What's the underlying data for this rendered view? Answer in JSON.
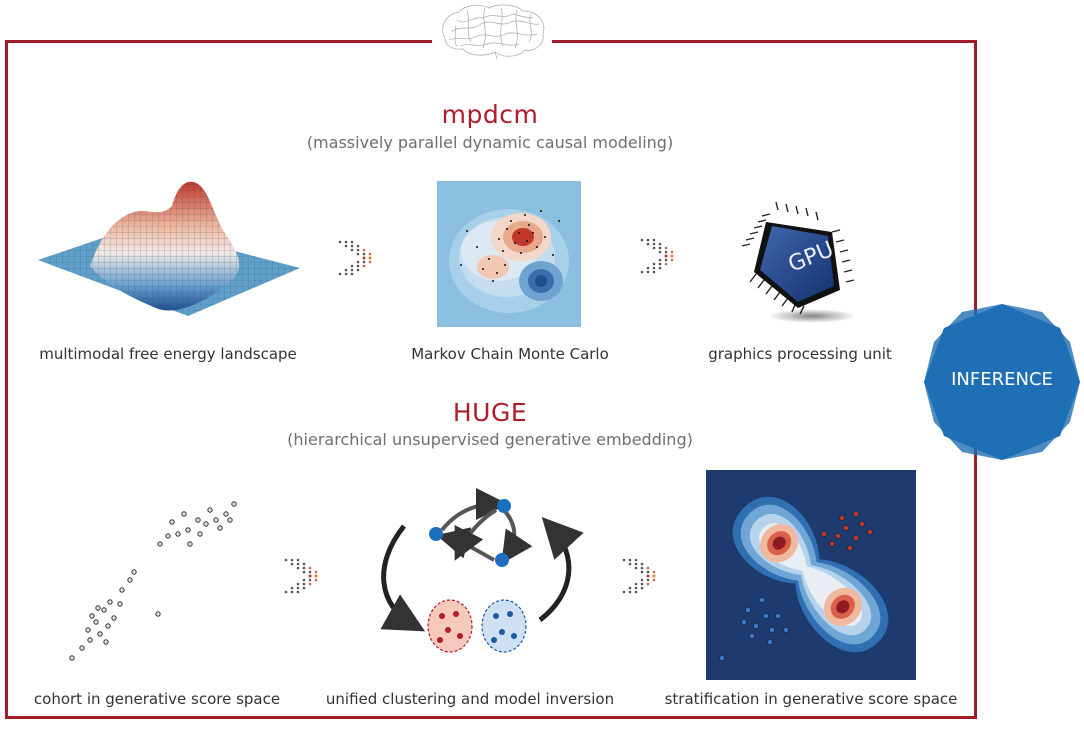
{
  "section1": {
    "title": "mpdcm",
    "subtitle": "(massively parallel dynamic causal modeling)",
    "captions": [
      "multimodal free energy landscape",
      "Markov Chain Monte Carlo",
      "graphics processing unit"
    ]
  },
  "section2": {
    "title": "HUGE",
    "subtitle": "(hierarchical unsupervised generative embedding)",
    "captions": [
      "cohort in generative score space",
      "unified clustering and model inversion",
      "stratification in generative score space"
    ]
  },
  "badge": {
    "label": "INFERENCE",
    "color": "#1f6fb4"
  },
  "gpu_label": "GPU",
  "colors": {
    "frame": "#a01c28",
    "title": "#b01c2a",
    "mcmc_bg": "#8bbfdf",
    "strat_bg": "#1e3a6e"
  },
  "icons": [
    "brain-icon",
    "chevron-arrow-icon",
    "gpu-chip-icon"
  ]
}
